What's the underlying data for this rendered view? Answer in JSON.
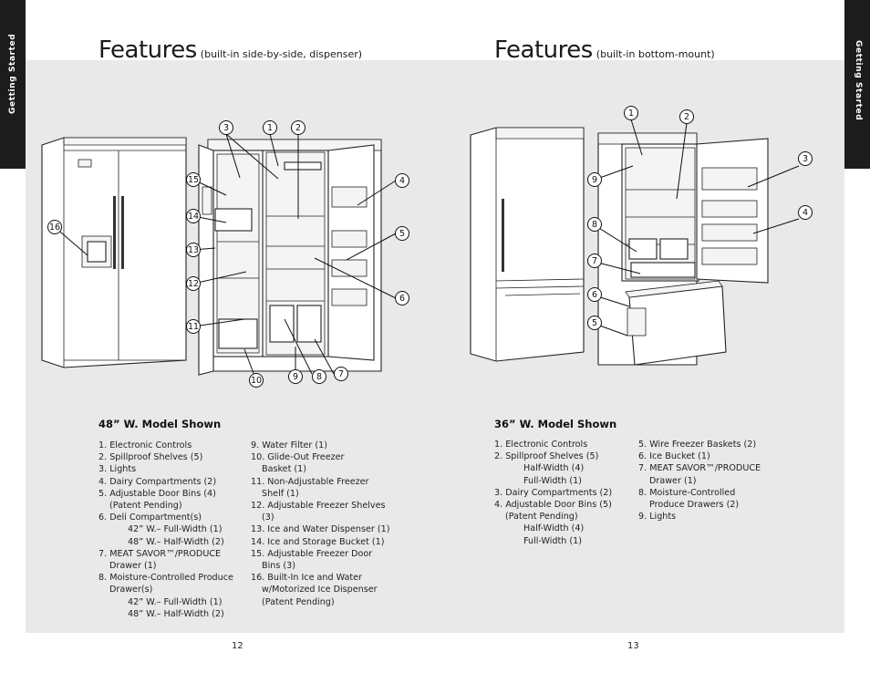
{
  "side_tabs": {
    "left": "Getting Started",
    "right": "Getting Started"
  },
  "left_page": {
    "title": "Features",
    "subtitle": "(built-in side-by-side, dispenser)",
    "callouts": [
      "1",
      "2",
      "3",
      "4",
      "5",
      "6",
      "7",
      "8",
      "9",
      "10",
      "11",
      "12",
      "13",
      "14",
      "15",
      "16"
    ],
    "model_heading": "48” W. Model Shown",
    "features_col1": [
      {
        "text": "1. Electronic Controls",
        "indent": 0
      },
      {
        "text": "2. Spillproof Shelves (5)",
        "indent": 0
      },
      {
        "text": "3. Lights",
        "indent": 0
      },
      {
        "text": "4. Dairy Compartments (2)",
        "indent": 0
      },
      {
        "text": "5. Adjustable Door Bins (4)",
        "indent": 0
      },
      {
        "text": "(Patent Pending)",
        "indent": 1
      },
      {
        "text": "6. Deli Compartment(s)",
        "indent": 0
      },
      {
        "text": "42” W.– Full-Width (1)",
        "indent": 2
      },
      {
        "text": "48” W.– Half-Width (2)",
        "indent": 2
      },
      {
        "text": "7. MEAT SAVOR™/PRODUCE",
        "indent": 0
      },
      {
        "text": "Drawer (1)",
        "indent": 1
      },
      {
        "text": "8. Moisture-Controlled Produce",
        "indent": 0
      },
      {
        "text": "Drawer(s)",
        "indent": 1
      },
      {
        "text": "42” W.– Full-Width (1)",
        "indent": 2
      },
      {
        "text": "48” W.– Half-Width (2)",
        "indent": 2
      }
    ],
    "features_col2": [
      {
        "text": "9. Water Filter (1)",
        "indent": 0
      },
      {
        "text": "10. Glide-Out Freezer",
        "indent": 0
      },
      {
        "text": "Basket (1)",
        "indent": 1
      },
      {
        "text": "11. Non-Adjustable Freezer",
        "indent": 0
      },
      {
        "text": "Shelf (1)",
        "indent": 1
      },
      {
        "text": "12. Adjustable Freezer Shelves",
        "indent": 0
      },
      {
        "text": "(3)",
        "indent": 1
      },
      {
        "text": "13. Ice and Water Dispenser (1)",
        "indent": 0
      },
      {
        "text": "14. Ice and Storage Bucket (1)",
        "indent": 0
      },
      {
        "text": "15. Adjustable Freezer Door",
        "indent": 0
      },
      {
        "text": "Bins (3)",
        "indent": 1
      },
      {
        "text": "16. Built-In Ice and Water",
        "indent": 0
      },
      {
        "text": "w/Motorized Ice Dispenser",
        "indent": 1
      },
      {
        "text": "(Patent Pending)",
        "indent": 1
      }
    ],
    "page_number": "12"
  },
  "right_page": {
    "title": "Features",
    "subtitle": "(built-in bottom-mount)",
    "callouts": [
      "1",
      "2",
      "3",
      "4",
      "5",
      "6",
      "7",
      "8",
      "9"
    ],
    "model_heading": "36” W. Model Shown",
    "features_col1": [
      {
        "text": "1. Electronic Controls",
        "indent": 0
      },
      {
        "text": "2. Spillproof Shelves (5)",
        "indent": 0
      },
      {
        "text": "Half-Width (4)",
        "indent": 2
      },
      {
        "text": "Full-Width (1)",
        "indent": 2
      },
      {
        "text": "3. Dairy Compartments (2)",
        "indent": 0
      },
      {
        "text": "4. Adjustable Door Bins (5)",
        "indent": 0
      },
      {
        "text": "(Patent Pending)",
        "indent": 1
      },
      {
        "text": "Half-Width (4)",
        "indent": 2
      },
      {
        "text": "Full-Width (1)",
        "indent": 2
      }
    ],
    "features_col2": [
      {
        "text": "5. Wire Freezer Baskets (2)",
        "indent": 0
      },
      {
        "text": "6. Ice Bucket (1)",
        "indent": 0
      },
      {
        "text": "7. MEAT SAVOR™/PRODUCE",
        "indent": 0
      },
      {
        "text": "Drawer (1)",
        "indent": 1
      },
      {
        "text": "8. Moisture-Controlled",
        "indent": 0
      },
      {
        "text": "Produce Drawers (2)",
        "indent": 1
      },
      {
        "text": "9. Lights",
        "indent": 0
      }
    ],
    "page_number": "13"
  }
}
